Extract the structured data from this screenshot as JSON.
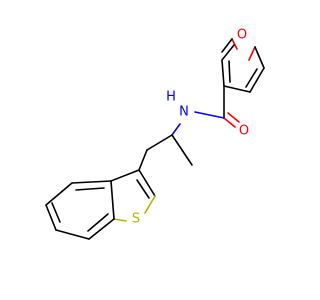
{
  "molecule": {
    "atoms": {
      "oxygen_furan": {
        "label": "O",
        "color": "#ff0000"
      },
      "oxygen_carbonyl": {
        "label": "O",
        "color": "#ff0000"
      },
      "nitrogen_amide": {
        "label": "N",
        "color": "#0000ff"
      },
      "hydrogen_amide": {
        "label": "H",
        "color": "#0000ff"
      },
      "sulfur_thiophene": {
        "label": "S",
        "color": "#b2b200"
      }
    },
    "bond_color": "#000000"
  }
}
